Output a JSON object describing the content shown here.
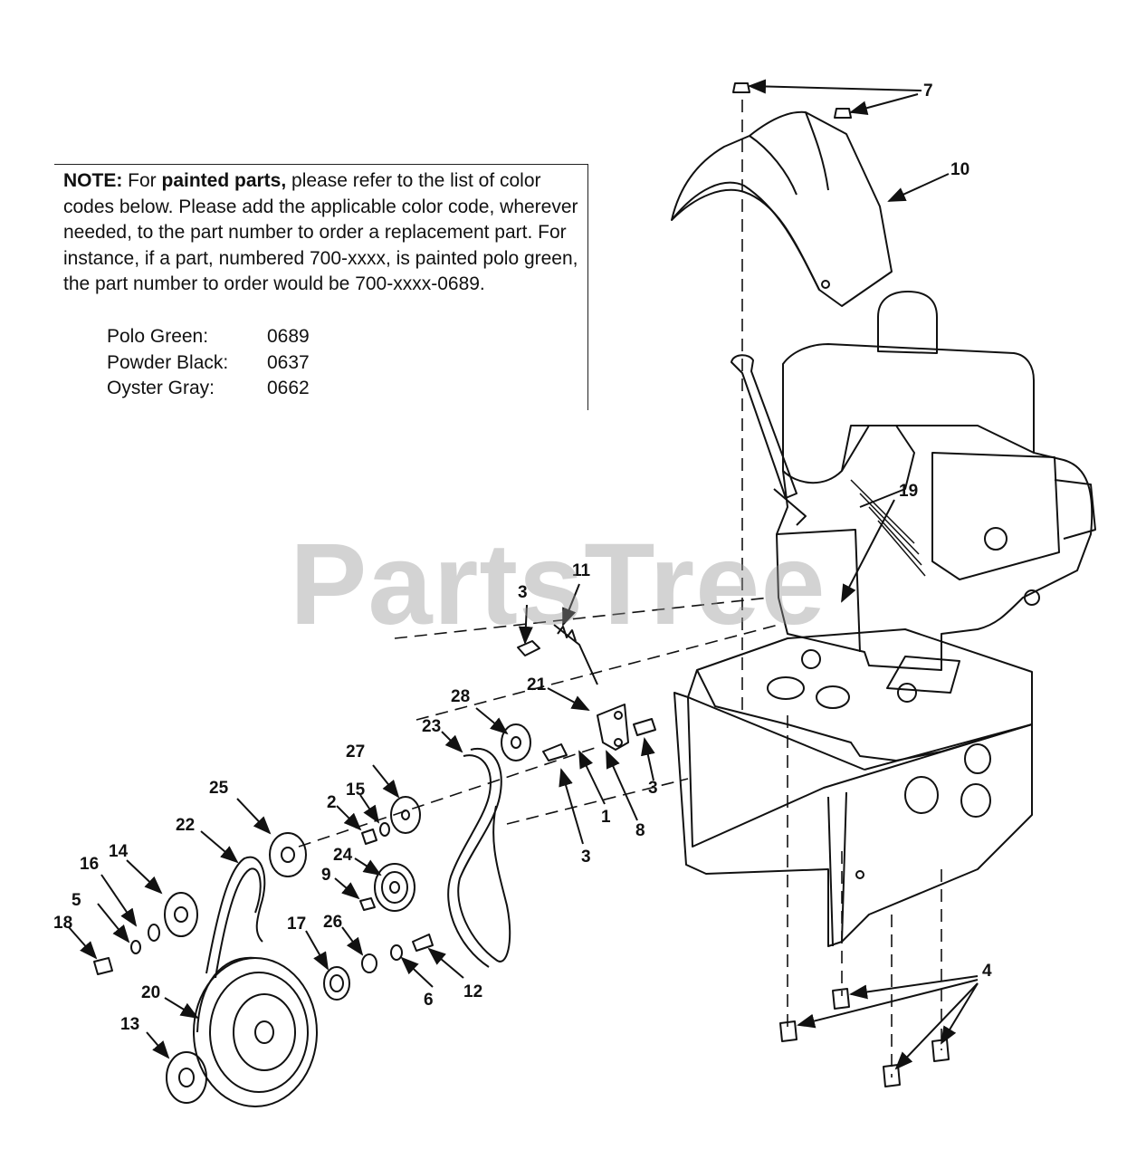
{
  "note": {
    "label": "NOTE:",
    "text_a": " For ",
    "bold_phrase": "painted parts,",
    "text_b": " please refer to the list of color codes below. Please add the applicable color code, wherever needed, to the part number to order a replacement part. For instance, if a part, numbered 700-xxxx, is painted polo green, the part number to order would be 700-xxxx-0689.",
    "color_codes": [
      {
        "name": "Polo Green:",
        "code": "0689"
      },
      {
        "name": "Powder Black:",
        "code": "0637"
      },
      {
        "name": "Oyster Gray:",
        "code": "0662"
      }
    ]
  },
  "watermark": "PartsTree",
  "callouts": [
    "7",
    "10",
    "19",
    "11",
    "3",
    "28",
    "21",
    "23",
    "27",
    "15",
    "2",
    "25",
    "22",
    "24",
    "9",
    "14",
    "16",
    "5",
    "18",
    "17",
    "26",
    "20",
    "13",
    "6",
    "12",
    "1",
    "8",
    "3",
    "4"
  ],
  "colors": {
    "ink": "#111111",
    "watermark": "#969696"
  }
}
